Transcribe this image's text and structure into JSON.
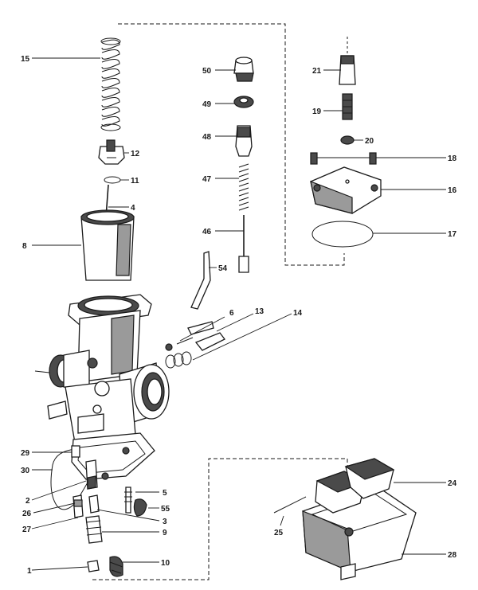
{
  "colors": {
    "ink": "#1a1a1a",
    "paper": "#ffffff",
    "shade": "#4a4a4a",
    "mid": "#9a9a9a"
  },
  "callouts": [
    {
      "id": "15",
      "label": "15"
    },
    {
      "id": "12",
      "label": "12"
    },
    {
      "id": "11",
      "label": "11"
    },
    {
      "id": "4",
      "label": "4"
    },
    {
      "id": "8",
      "label": "8"
    },
    {
      "id": "50",
      "label": "50"
    },
    {
      "id": "49",
      "label": "49"
    },
    {
      "id": "48",
      "label": "48"
    },
    {
      "id": "47",
      "label": "47"
    },
    {
      "id": "46",
      "label": "46"
    },
    {
      "id": "54",
      "label": "54"
    },
    {
      "id": "21",
      "label": "21"
    },
    {
      "id": "19",
      "label": "19"
    },
    {
      "id": "20",
      "label": "20"
    },
    {
      "id": "18",
      "label": "18"
    },
    {
      "id": "16",
      "label": "16"
    },
    {
      "id": "17",
      "label": "17"
    },
    {
      "id": "6",
      "label": "6"
    },
    {
      "id": "13",
      "label": "13"
    },
    {
      "id": "14",
      "label": "14"
    },
    {
      "id": "29",
      "label": "29"
    },
    {
      "id": "30",
      "label": "30"
    },
    {
      "id": "2",
      "label": "2"
    },
    {
      "id": "26",
      "label": "26"
    },
    {
      "id": "27",
      "label": "27"
    },
    {
      "id": "1",
      "label": "1"
    },
    {
      "id": "5",
      "label": "5"
    },
    {
      "id": "55",
      "label": "55"
    },
    {
      "id": "3",
      "label": "3"
    },
    {
      "id": "9",
      "label": "9"
    },
    {
      "id": "10",
      "label": "10"
    },
    {
      "id": "25",
      "label": "25"
    },
    {
      "id": "24",
      "label": "24"
    },
    {
      "id": "28",
      "label": "28"
    }
  ]
}
